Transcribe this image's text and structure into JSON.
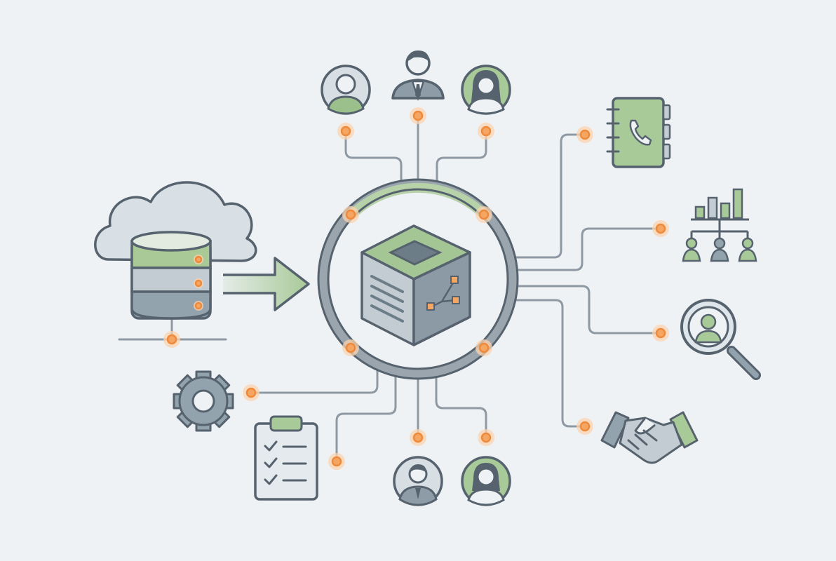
{
  "diagram": {
    "hub": {
      "icon": "data-cube-icon",
      "ring": "hub-ring"
    },
    "nodes": [
      {
        "id": "cloud-database",
        "icon": "cloud-database-icon"
      },
      {
        "id": "person-top-left",
        "icon": "person-avatar-icon"
      },
      {
        "id": "businessman-top",
        "icon": "businessman-icon"
      },
      {
        "id": "woman-top-right",
        "icon": "woman-avatar-icon"
      },
      {
        "id": "phone-book",
        "icon": "phone-book-icon"
      },
      {
        "id": "org-chart",
        "icon": "bar-chart-org-icon"
      },
      {
        "id": "user-search",
        "icon": "magnifier-user-icon"
      },
      {
        "id": "handshake",
        "icon": "handshake-icon"
      },
      {
        "id": "gear",
        "icon": "gear-icon"
      },
      {
        "id": "checklist",
        "icon": "clipboard-checklist-icon"
      },
      {
        "id": "man-bottom",
        "icon": "businessman-avatar-icon"
      },
      {
        "id": "woman-bottom",
        "icon": "woman-avatar-icon"
      }
    ],
    "colors": {
      "background": "#eef2f5",
      "outline": "#56636e",
      "connector": "#8e99a3",
      "accent_green": "#9cc08c",
      "accent_orange": "#f5a662",
      "fill_gray": "#c7cfd6"
    }
  }
}
